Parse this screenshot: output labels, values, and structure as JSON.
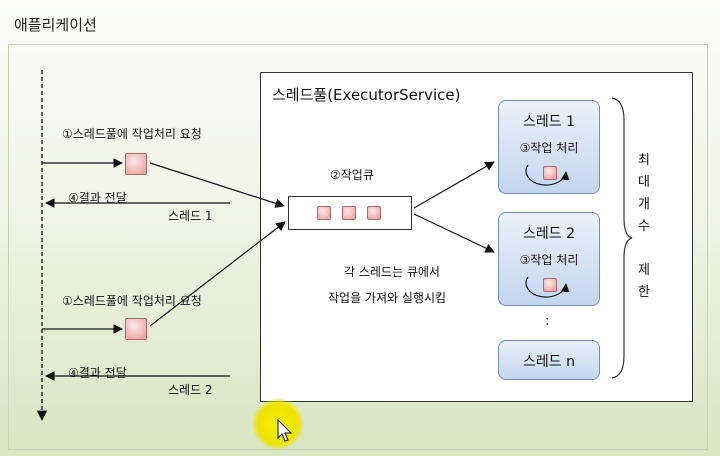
{
  "app": {
    "title": "애플리케이션"
  },
  "pool": {
    "title": "스레드풀(ExecutorService)"
  },
  "left": {
    "request1": "①스레드풀에 작업처리 요청",
    "result1": "④결과 전달",
    "thread1": "스레드 1",
    "request2": "①스레드풀에 작업처리 요청",
    "result2": "④결과 전달",
    "thread2": "스레드 2"
  },
  "queue": {
    "label": "②작업큐"
  },
  "note": {
    "line1": "각 스레드는 큐에서",
    "line2": "작업을 가져와 실행시킴"
  },
  "threads": [
    {
      "name": "스레드 1",
      "task": "③작업 처리"
    },
    {
      "name": "스레드 2",
      "task": "③작업 처리"
    },
    {
      "name": "스레드 n"
    }
  ],
  "ellipsis": ":",
  "limit_chars": [
    "최",
    "대",
    "개",
    "수",
    "",
    "제",
    "한"
  ],
  "colors": {
    "task_fill": "#f4bcbc",
    "thread_fill": "#c4d6ee",
    "cursor_highlight": "#eee300"
  }
}
